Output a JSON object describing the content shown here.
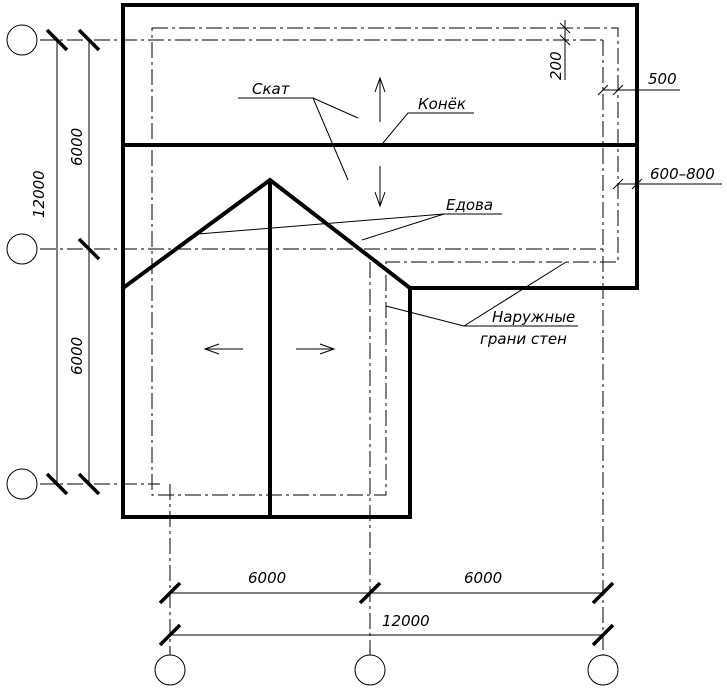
{
  "labels": {
    "slope": "Скат",
    "ridge": "Конёк",
    "eaves": "Едова",
    "outer_walls_line1": "Наружные",
    "outer_walls_line2": "грани стен"
  },
  "dimensions": {
    "left_upper": "6000",
    "left_lower": "6000",
    "left_total": "12000",
    "bottom_left": "6000",
    "bottom_right": "6000",
    "bottom_total": "12000",
    "top_offset": "200",
    "right_offset": "500",
    "overhang": "600–800"
  }
}
